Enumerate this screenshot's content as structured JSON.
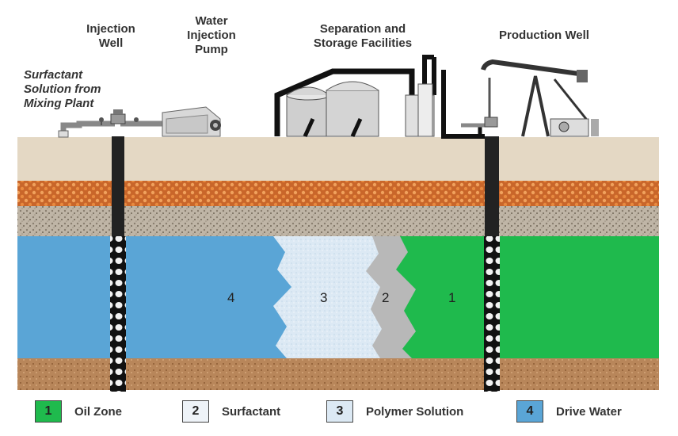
{
  "labels": {
    "injection_well": "Injection\nWell",
    "water_injection_pump": "Water\nInjection\nPump",
    "surfactant_solution": "Surfactant\nSolution from\nMixing Plant",
    "separation_storage": "Separation and\nStorage Facilities",
    "production_well": "Production Well"
  },
  "zones": [
    {
      "number": "4",
      "name": "Drive Water",
      "color": "#5aa5d6"
    },
    {
      "number": "3",
      "name": "Polymer Solution",
      "color": "#dce9f4"
    },
    {
      "number": "2",
      "name": "Surfactant",
      "color": "#b8b8b8"
    },
    {
      "number": "1",
      "name": "Oil Zone",
      "color": "#1fba4d"
    }
  ],
  "legend": [
    {
      "number": "1",
      "label": "Oil Zone",
      "color": "#1fba4d"
    },
    {
      "number": "2",
      "label": "Surfactant",
      "color": "#eef3f8"
    },
    {
      "number": "3",
      "label": "Polymer Solution",
      "color": "#dce9f4"
    },
    {
      "number": "4",
      "label": "Drive Water",
      "color": "#5aa5d6"
    }
  ]
}
